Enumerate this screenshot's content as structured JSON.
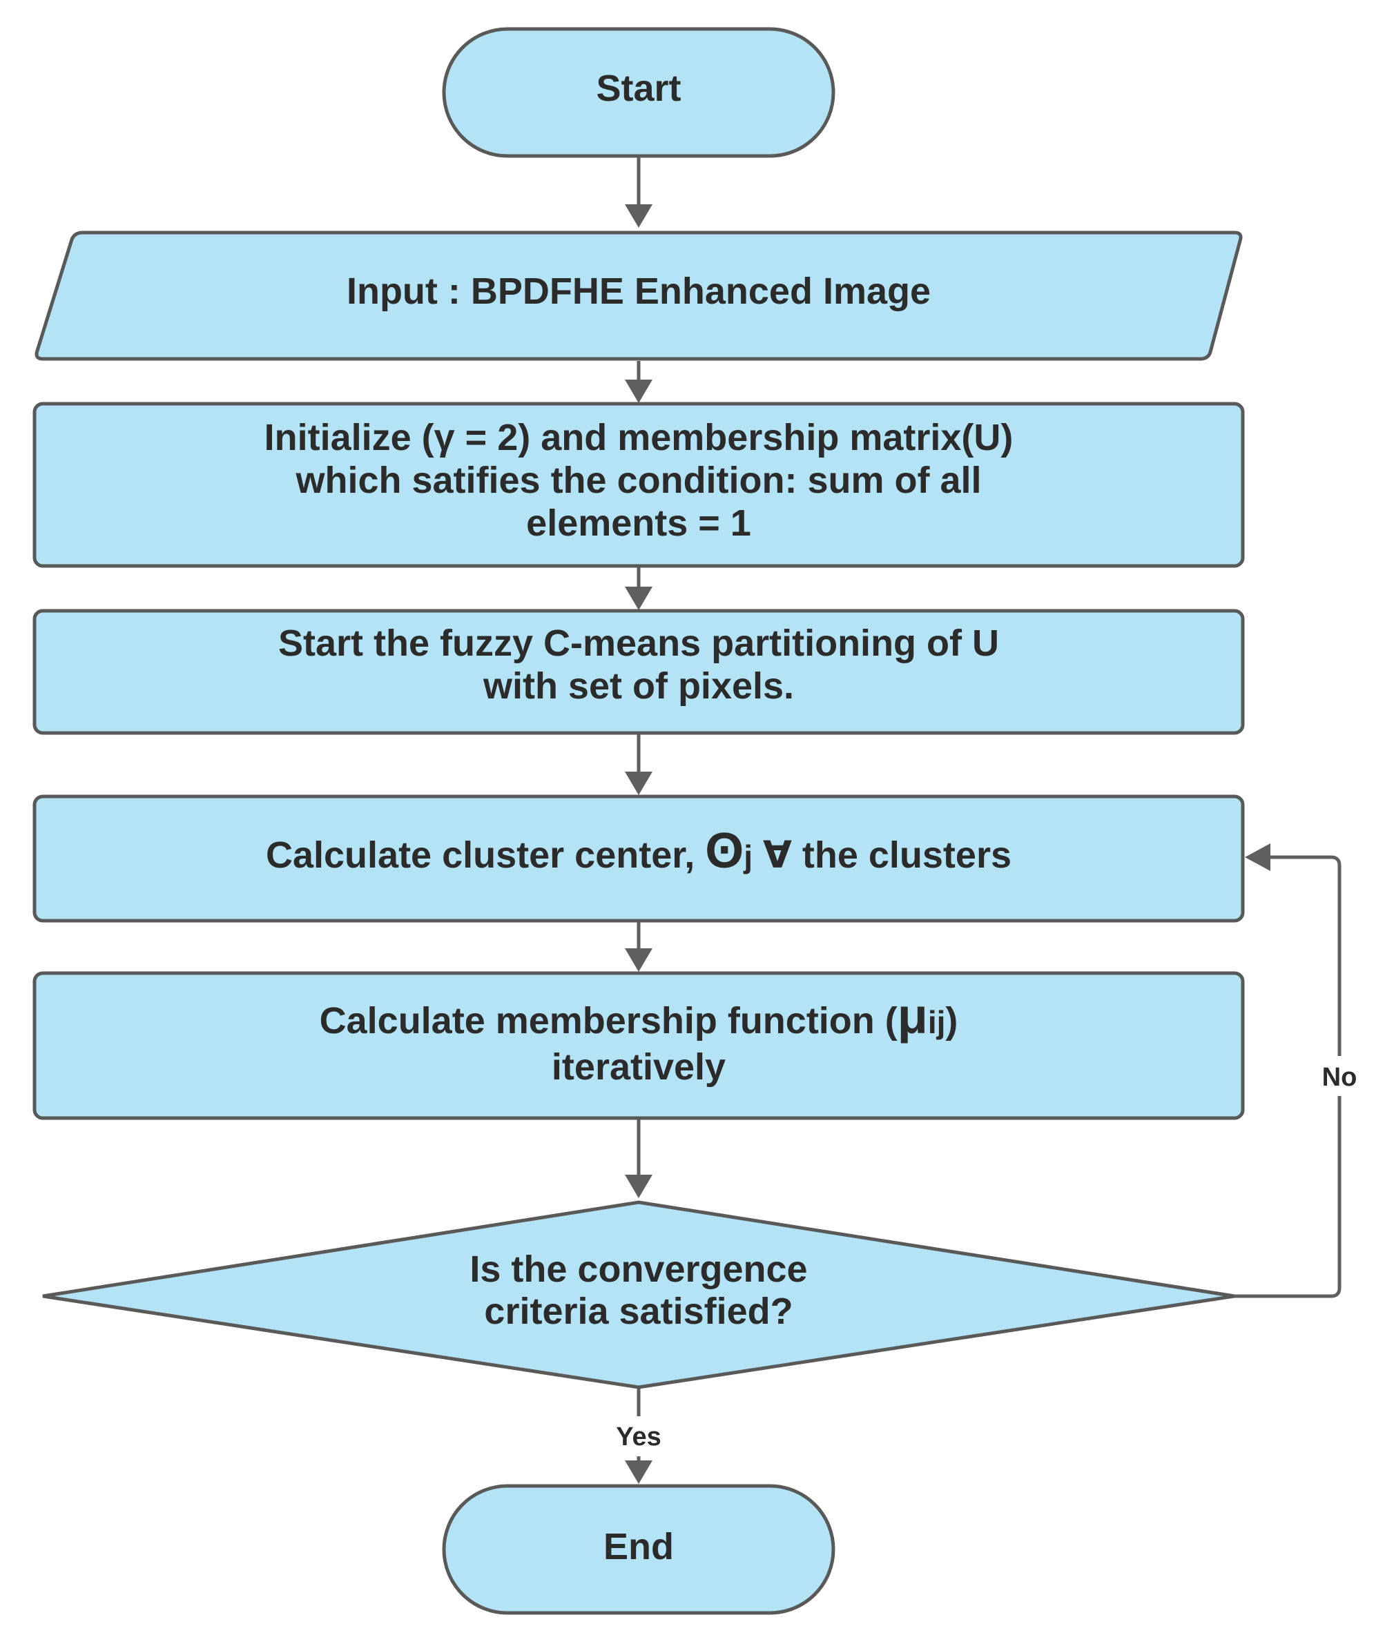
{
  "nodes": {
    "start": "Start",
    "input": "Input : BPDFHE Enhanced Image",
    "initialize": {
      "line1": "Initialize (γ = 2) and membership matrix(U)",
      "line2": "which satifies the condition: sum of all",
      "line3": "elements = 1"
    },
    "partition": {
      "line1": "Start the fuzzy C-means partitioning of U",
      "line2": "with set of pixels."
    },
    "cluster_center": {
      "prefix": "Calculate cluster center, ",
      "symbol": "ʘ",
      "subscript": "j",
      "forall": " ∀",
      "suffix": " the clusters"
    },
    "membership": {
      "prefix": "Calculate membership function (",
      "symbol": "μ",
      "subscript": "ij",
      "suffix": ")",
      "line2": "iteratively"
    },
    "decision": {
      "line1": "Is the convergence",
      "line2": "criteria satisfied?"
    },
    "end": "End"
  },
  "edges": {
    "no_label": "No",
    "yes_label": "Yes"
  },
  "colors": {
    "fill": "#b4e3f6",
    "stroke": "#595959",
    "connector": "#5f5f5f",
    "text": "#2b2b2b"
  }
}
